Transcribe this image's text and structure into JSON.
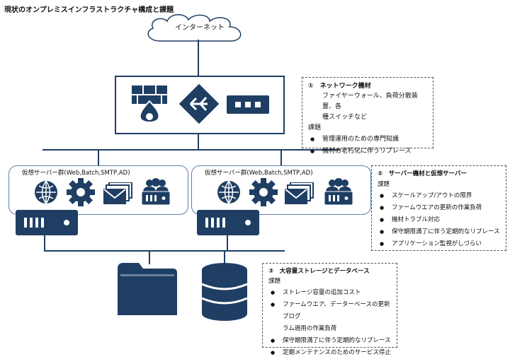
{
  "title": "現状のオンプレミスインフラストラクチャ構成と課題",
  "cloud_label": "インターネット",
  "server_groups": [
    {
      "label": "仮想サーバー群(Web,Batch,SMTP,AD)"
    },
    {
      "label": "仮想サーバー群(Web,Batch,SMTP,AD)"
    }
  ],
  "notes": {
    "network": {
      "heading": "①　ネットワーク機材",
      "detail_lines": [
        "ファイヤーウォール、負荷分散装置、各",
        "種スイッチなど"
      ],
      "issues_label": "課題",
      "issues": [
        "管理運用のための専門知識",
        "機材の老朽化に伴うリプレース"
      ]
    },
    "servers": {
      "heading": "②　サーバー機材と仮想サーバー",
      "issues_label": "課題",
      "issues": [
        "スケールアップ/アウトの限界",
        "ファームウエアの更新の作業負荷",
        "機材トラブル対応",
        "保守期限満了に伴う定期的なリプレース",
        "アプリケーション監視がしづらい"
      ]
    },
    "storage": {
      "heading": "③　大容量ストレージとデータベース",
      "issues_label": "課題",
      "issues": [
        "ストレージ容量の追加コスト",
        "ファームウエア、データーベースの更新プログ",
        "ラム適用の作業負荷",
        "保守期限満了に伴う定期的なリプレース",
        "定期メンテナンスのためのサービス停止"
      ]
    }
  },
  "colors": {
    "primary": "#1f3e63",
    "group_border": "#5d7fa7"
  },
  "icons": [
    "cloud-icon",
    "firewall-icon",
    "router-icon",
    "switch-icon",
    "globe-icon",
    "gear-icon",
    "mail-icon",
    "server-users-icon",
    "server-icon",
    "folder-icon",
    "database-icon"
  ]
}
